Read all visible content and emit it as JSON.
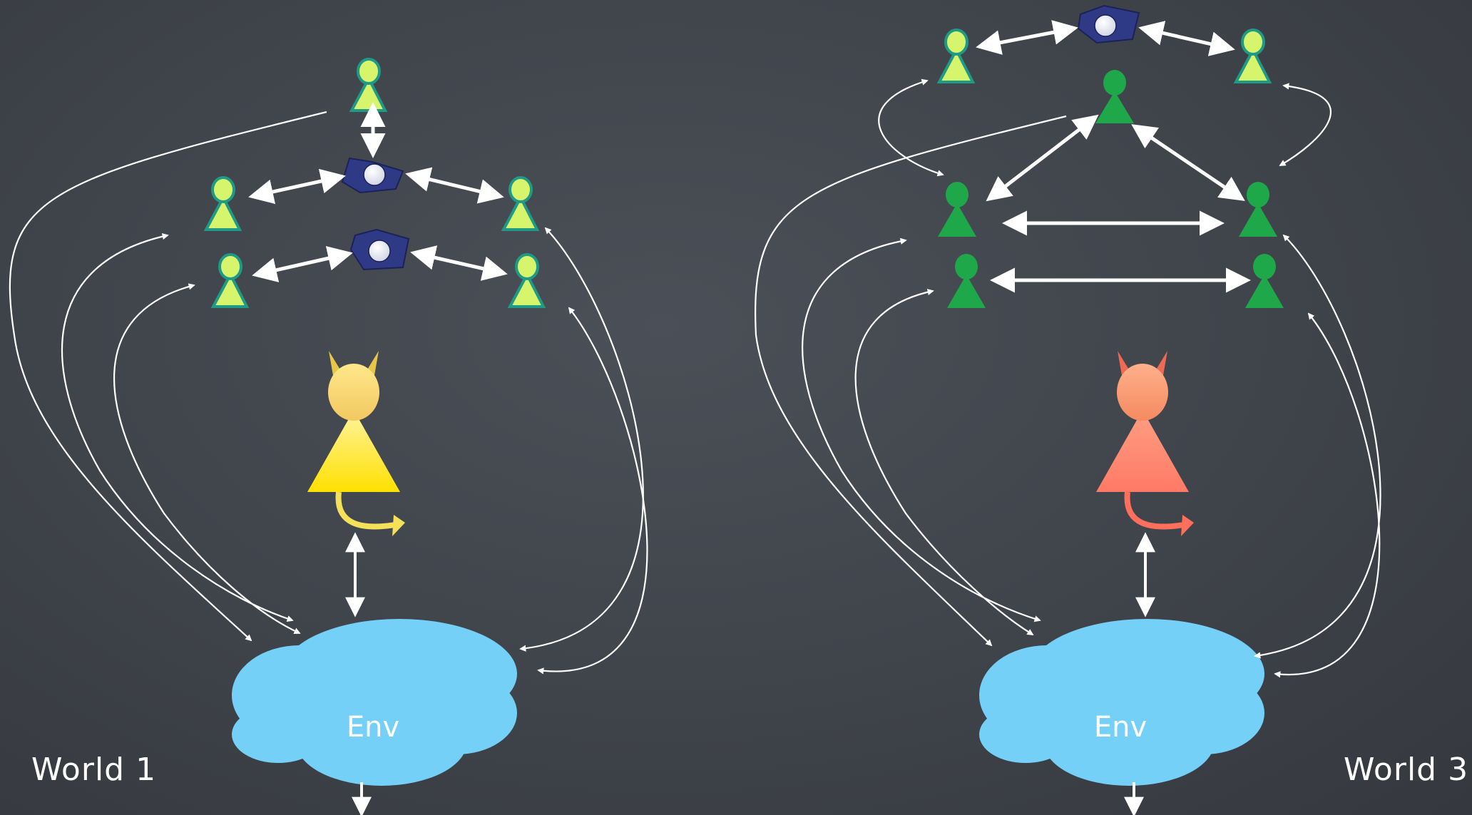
{
  "worlds": [
    {
      "label": "World 1",
      "env_label": "Env",
      "demon_color": "#ffe21a",
      "peer_color": "#d7f56c",
      "peer_outline": "#1f9a86"
    },
    {
      "label": "World 3",
      "env_label": "Env",
      "demon_color": "#ff8a6e",
      "peer_color": "#1fa84a",
      "peer_outline": "#0e6b2c"
    }
  ],
  "colors": {
    "background": "#3f434a",
    "cloud": "#75d0f8",
    "hub": "#2f3a86",
    "arrow": "#ffffff"
  }
}
